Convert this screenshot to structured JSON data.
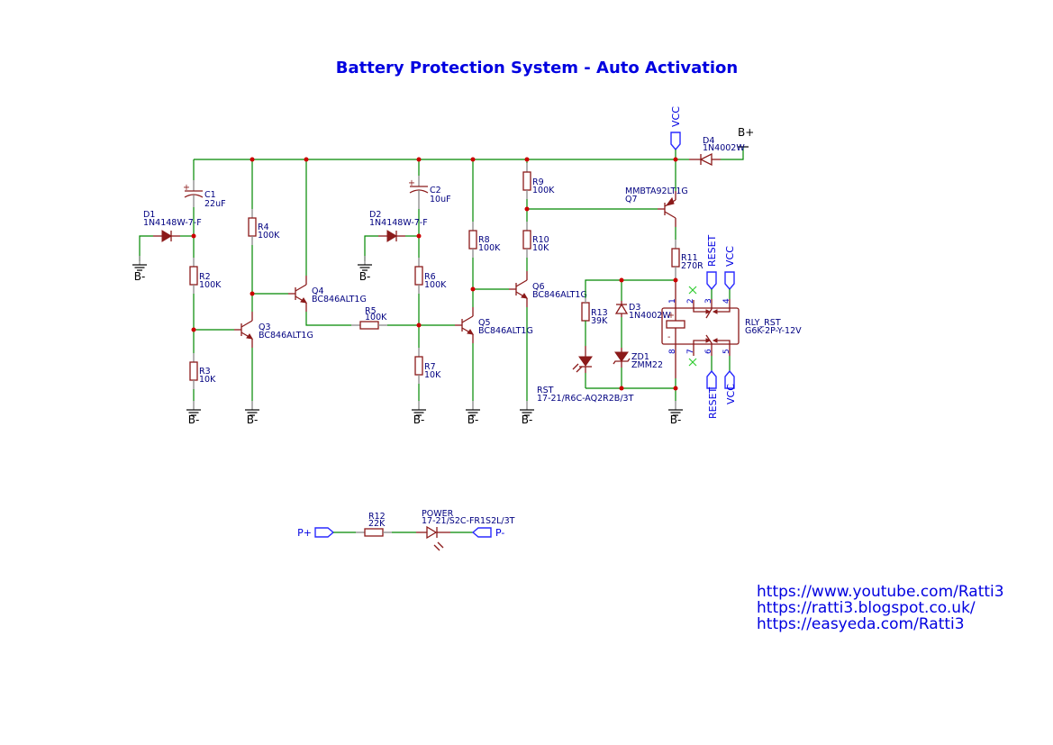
{
  "title": "Battery Protection System - Auto Activation",
  "components": {
    "C1": {
      "ref": "C1",
      "value": "22uF"
    },
    "C2": {
      "ref": "C2",
      "value": "10uF"
    },
    "D1": {
      "ref": "D1",
      "value": "1N4148W-7-F"
    },
    "D2": {
      "ref": "D2",
      "value": "1N4148W-7-F"
    },
    "D3": {
      "ref": "D3",
      "value": "1N4002W"
    },
    "D4": {
      "ref": "D4",
      "value": "1N4002W"
    },
    "ZD1": {
      "ref": "ZD1",
      "value": "ZMM22"
    },
    "R2": {
      "ref": "R2",
      "value": "100K"
    },
    "R3": {
      "ref": "R3",
      "value": "10K"
    },
    "R4": {
      "ref": "R4",
      "value": "100K"
    },
    "R5": {
      "ref": "R5",
      "value": "100K"
    },
    "R6": {
      "ref": "R6",
      "value": "100K"
    },
    "R7": {
      "ref": "R7",
      "value": "10K"
    },
    "R8": {
      "ref": "R8",
      "value": "100K"
    },
    "R9": {
      "ref": "R9",
      "value": "100K"
    },
    "R10": {
      "ref": "R10",
      "value": "10K"
    },
    "R11": {
      "ref": "R11",
      "value": "270R"
    },
    "R12": {
      "ref": "R12",
      "value": "22K"
    },
    "R13": {
      "ref": "R13",
      "value": "39K"
    },
    "Q3": {
      "ref": "Q3",
      "value": "BC846ALT1G"
    },
    "Q4": {
      "ref": "Q4",
      "value": "BC846ALT1G"
    },
    "Q5": {
      "ref": "Q5",
      "value": "BC846ALT1G"
    },
    "Q6": {
      "ref": "Q6",
      "value": "BC846ALT1G"
    },
    "Q7": {
      "ref": "Q7",
      "value": "MMBTA92LT1G"
    },
    "RST": {
      "ref": "RST",
      "value": "17-21/R6C-AQ2R2B/3T"
    },
    "POWER": {
      "ref": "POWER",
      "value": "17-21/S2C-FR1S2L/3T"
    },
    "RLY": {
      "ref": "RLY_RST",
      "value": "G6K-2P-Y-12V",
      "pins": [
        "1",
        "2",
        "3",
        "4",
        "5",
        "6",
        "7",
        "8"
      ]
    }
  },
  "nets": {
    "gnd": "B-",
    "bplus": "B+",
    "vcc": "VCC",
    "reset": "RESET",
    "pplus": "P+",
    "pminus": "P-"
  },
  "links": [
    "https://www.youtube.com/Ratti3",
    "https://ratti3.blogspot.co.uk/",
    "https://easyeda.com/Ratti3"
  ]
}
